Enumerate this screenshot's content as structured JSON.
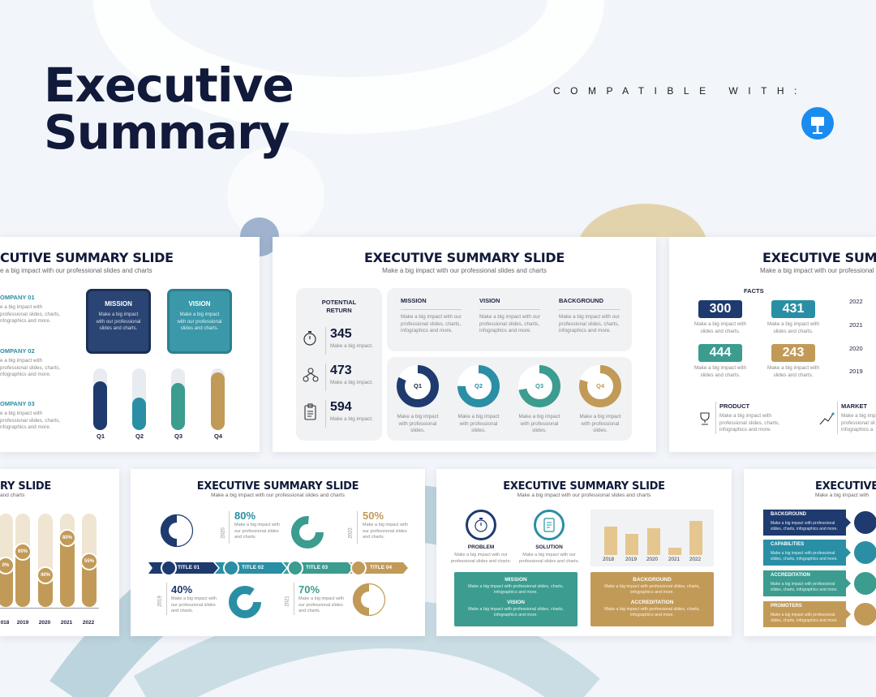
{
  "hero": {
    "title_line1": "Executive",
    "title_line2": "Summary",
    "compatible": "COMPATIBLE WITH:",
    "app_icon": "keynote-icon"
  },
  "colors": {
    "navy": "#1e3a6e",
    "teal": "#2a8fa4",
    "green": "#3b9c8f",
    "gold": "#c29a58",
    "title": "#111a3a"
  },
  "slide_title": "EXECUTIVE SUMMARY SLIDE",
  "slide_sub": "Make a big impact with our professional slides and charts",
  "s1": {
    "title": "CUTIVE SUMMARY SLIDE",
    "sub": "e a big impact with our professional slides and charts",
    "companies": [
      {
        "name": "OMPANY 01",
        "text": "e a big impact with\nprofessional slides, charts,\nnfographics and more."
      },
      {
        "name": "OMPANY 02",
        "text": "e a big impact with\nprofessional slides, charts,\nnfographics and more."
      },
      {
        "name": "OMPANY 03",
        "text": "e a big impact with\nprofessional slides, charts,\nnfographics and more."
      }
    ],
    "mission": {
      "label": "MISSION",
      "text": "Make a big impact with our professional slides and charts."
    },
    "vision": {
      "label": "VISION",
      "text": "Make a big impact with our professional slides and charts."
    },
    "quarters": [
      "Q1",
      "Q2",
      "Q3",
      "Q4"
    ],
    "levels": [
      0.79,
      0.53,
      0.76,
      0.94
    ]
  },
  "s2": {
    "potential": "POTENTIAL RETURN",
    "stats": [
      {
        "value": "345",
        "text": "Make a big impact."
      },
      {
        "value": "473",
        "text": "Make a big impact."
      },
      {
        "value": "594",
        "text": "Make a big impact."
      }
    ],
    "columns": [
      {
        "label": "MISSION",
        "text": "Make a big impact with our professional slides, charts, infographics and more."
      },
      {
        "label": "VISION",
        "text": "Make a big impact with our professional slides, charts, infographics and more."
      },
      {
        "label": "BACKGROUND",
        "text": "Make a big impact with our professional slides, charts, infographics and more."
      }
    ],
    "quarters": [
      {
        "label": "Q1",
        "text": "Make a big impact with professional slides."
      },
      {
        "label": "Q2",
        "text": "Make a big impact with professional slides."
      },
      {
        "label": "Q3",
        "text": "Make a big impact with professional slides."
      },
      {
        "label": "Q4",
        "text": "Make a big impact with professional slides."
      }
    ]
  },
  "s3": {
    "title": "EXECUTIVE SUMI",
    "sub": "Make a big impact with our professional sli",
    "facts": "FACTS",
    "values": [
      {
        "value": "300",
        "text": "Make a big impact with slides and charts."
      },
      {
        "value": "431",
        "text": "Make a big impact with slides and charts."
      },
      {
        "value": "444",
        "text": "Make a big impact with slides and charts."
      },
      {
        "value": "243",
        "text": "Make a big impact with slides and charts."
      }
    ],
    "years": [
      "2022",
      "2021",
      "2020",
      "2019"
    ],
    "product": {
      "label": "PRODUCT",
      "text": "Make a big impact with professional slides, charts, infographics and more."
    },
    "market": {
      "label": "MARKET",
      "text": "Make a big imp professional sli infographics a"
    }
  },
  "s4": {
    "title": "RY SLIDE",
    "sub": "and charts",
    "years": [
      "018",
      "2019",
      "2020",
      "2021",
      "2022"
    ],
    "badges": [
      "0%",
      "60%",
      "40%",
      "80%",
      "55%"
    ],
    "levels": [
      0.5,
      0.65,
      0.4,
      0.8,
      0.55
    ]
  },
  "s5": {
    "titles": [
      "TITLE 01",
      "TITLE 02",
      "TITLE 03",
      "TITLE 04"
    ],
    "top": [
      {
        "year": "2020",
        "pct": "80%",
        "text": "Make a big impact with our professional slides and charts."
      },
      {
        "year": "2022",
        "pct": "50%",
        "text": "Make a big impact with our professional slides and charts."
      }
    ],
    "bottom": [
      {
        "year": "2019",
        "pct": "40%",
        "text": "Make a big impact with our professional slides and charts."
      },
      {
        "year": "2021",
        "pct": "70%",
        "text": "Make a big impact with our professional slides and charts."
      }
    ]
  },
  "s6": {
    "problem": {
      "label": "PROBLEM",
      "text": "Make a big impact with our professional slides and charts."
    },
    "solution": {
      "label": "SOLUTION",
      "text": "Make a big impact with our professional slides and charts."
    },
    "years": [
      "2018",
      "2019",
      "2020",
      "2021",
      "2022"
    ],
    "bars": [
      0.8,
      0.58,
      0.75,
      0.2,
      0.95
    ],
    "mission": {
      "label": "MISSION",
      "text": "Make a big impact with professional slides, charts, infographics and more."
    },
    "vision": {
      "label": "VISION",
      "text": "Make a big impact with professional slides, charts, infographics and more."
    },
    "background": {
      "label": "BACKGROUND",
      "text": "Make a big impact with professional slides, charts, infographics and more."
    },
    "accreditation": {
      "label": "ACCREDITATION",
      "text": "Make a big impact with professional slides, charts, infographics and more."
    }
  },
  "s7": {
    "title": "EXECUTIVE",
    "sub": "Make a big impact with",
    "rows": [
      {
        "label": "BACKGROUND",
        "text": "Make a big impact with professional slides, charts, infographics and more."
      },
      {
        "label": "CAPABILITIES",
        "text": "Make a big impact with professional slides, charts, infographics and more."
      },
      {
        "label": "ACCREDITATION",
        "text": "Make a big impact with professional slides, charts, infographics and more."
      },
      {
        "label": "PROMOTERS",
        "text": "Make a big impact with professional slides, charts, infographics and more."
      }
    ]
  }
}
